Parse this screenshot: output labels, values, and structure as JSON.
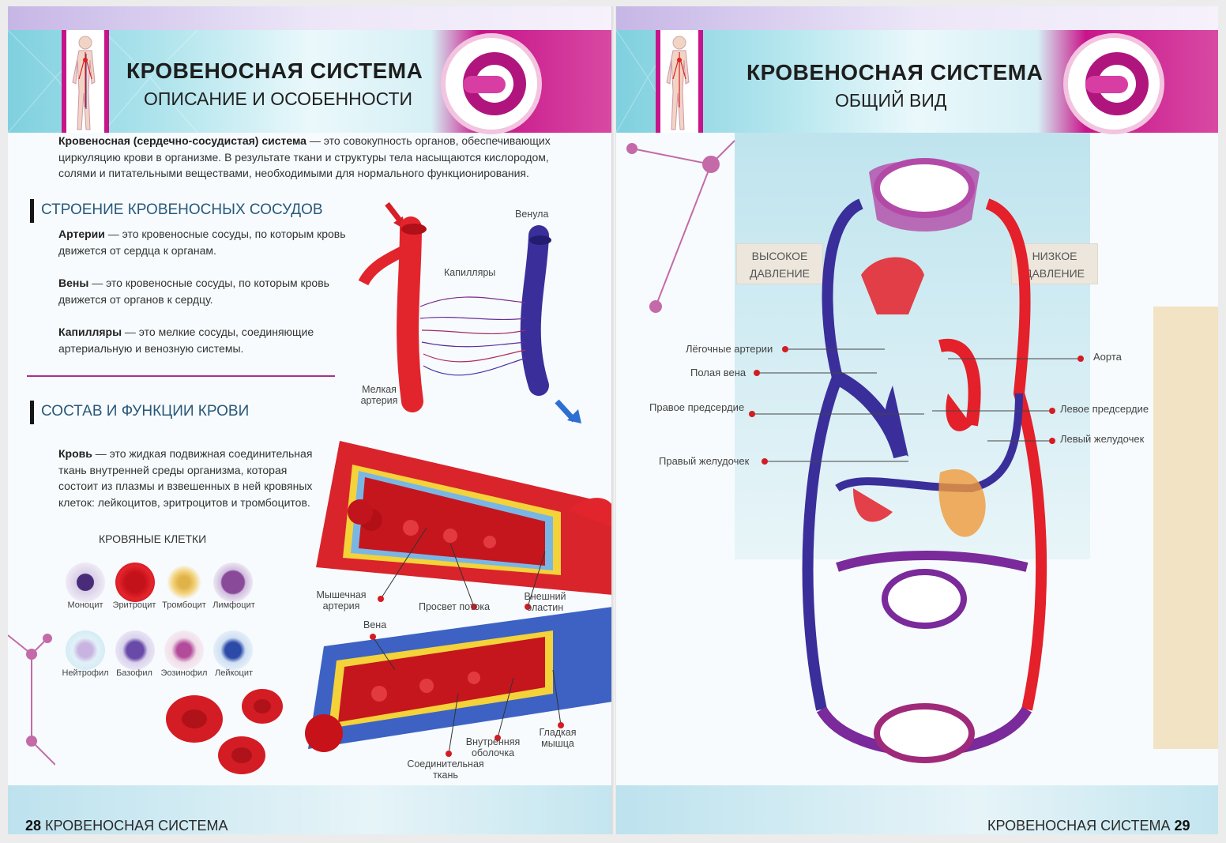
{
  "left_page": {
    "title": "КРОВЕНОСНАЯ СИСТЕМА",
    "subtitle": "ОПИСАНИЕ И ОСОБЕННОСТИ",
    "intro_term": "Кровеносная (сердечно-сосудистая) система",
    "intro_text": " — это совокупность органов, обеспечивающих циркуляцию крови в организме. В результате ткани и структуры тела насыщаются кислородом, солями и питательными веществами, необходимыми для нормального функционирования.",
    "section1_heading": "СТРОЕНИЕ КРОВЕНОСНЫХ СОСУДОВ",
    "arteries_term": "Артерии",
    "arteries_text": " — это кровеносные сосуды, по которым кровь движется от сердца к органам.",
    "veins_term": "Вены",
    "veins_text": " —  это кровеносные сосуды, по которым кровь движется от органов к сердцу.",
    "capillaries_term": "Капилляры",
    "capillaries_text": " —  это мелкие сосуды, соединяющие артериальную и венозную системы.",
    "vessel_labels": {
      "venule": "Венула",
      "capillaries": "Капилляры",
      "small_artery_1": "Мелкая",
      "small_artery_2": "артерия"
    },
    "section2_heading": "СОСТАВ И ФУНКЦИИ КРОВИ",
    "blood_term": "Кровь",
    "blood_text": " — это жидкая подвижная соединительная ткань внутренней среды организма, которая состоит из плазмы и взвешенных в ней кровяных клеток: лейкоцитов, эритроцитов и тромбоцитов.",
    "cells_heading": "КРОВЯНЫЕ КЛЕТКИ",
    "cells": [
      "Моноцит",
      "Эритроцит",
      "Тромбоцит",
      "Лимфоцит",
      "Нейтрофил",
      "Базофил",
      "Эозинофил",
      "Лейкоцит"
    ],
    "cross_section_labels": {
      "muscular_artery_1": "Мышечная",
      "muscular_artery_2": "артерия",
      "lumen": "Просвет потока",
      "external_elastin_1": "Внешний",
      "external_elastin_2": "эластин",
      "vein": "Вена",
      "inner_layer_1": "Внутренняя",
      "inner_layer_2": "оболочка",
      "smooth_muscle_1": "Гладкая",
      "smooth_muscle_2": "мышца",
      "connective_1": "Соединительная",
      "connective_2": "ткань"
    },
    "footer_number": "28",
    "footer_title": "КРОВЕНОСНАЯ СИСТЕМА"
  },
  "right_page": {
    "title": "КРОВЕНОСНАЯ СИСТЕМА",
    "subtitle": "ОБЩИЙ ВИД",
    "high_pressure_1": "ВЫСОКОЕ",
    "high_pressure_2": "ДАВЛЕНИЕ",
    "low_pressure_1": "НИЗКОЕ",
    "low_pressure_2": "ДАВЛЕНИЕ",
    "labels": {
      "pulmonary_arteries": "Лёгочные артерии",
      "vena_cava": "Полая вена",
      "right_atrium": "Правое предсердие",
      "right_ventricle": "Правый желудочек",
      "aorta": "Аорта",
      "left_atrium": "Левое предсердие",
      "left_ventricle": "Левый желудочек"
    },
    "footer_title": "КРОВЕНОСНАЯ СИСТЕМА",
    "footer_number": "29"
  },
  "colors": {
    "accent_magenta": "#c8148a",
    "artery_red": "#e4202a",
    "vein_blue": "#3a2f9a",
    "heading_blue": "#28587a"
  }
}
